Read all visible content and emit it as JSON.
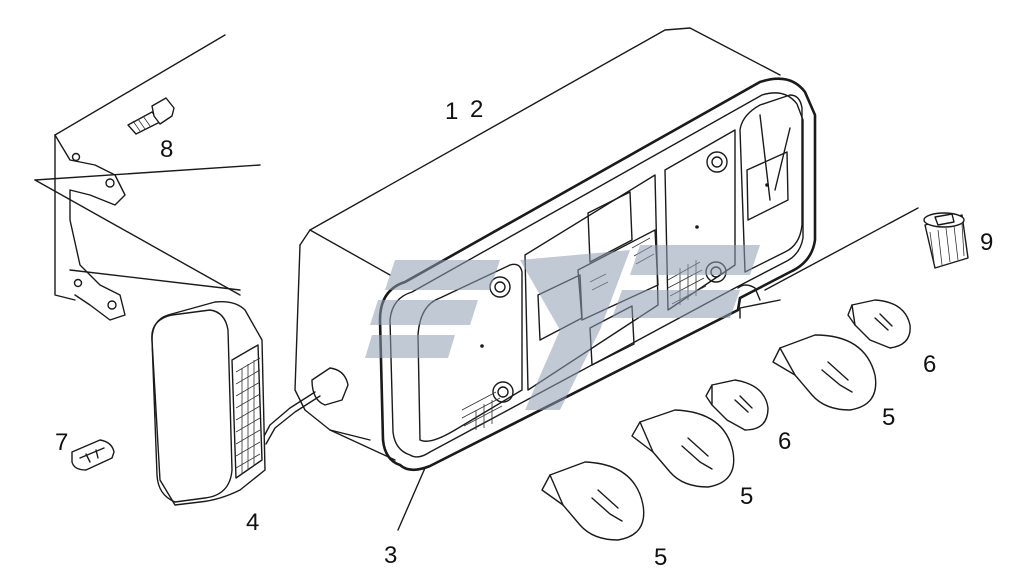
{
  "callouts": {
    "c1": "1",
    "c2": "2",
    "c3": "3",
    "c4": "4",
    "c5a": "5",
    "c5b": "5",
    "c5c": "5",
    "c6a": "6",
    "c6b": "6",
    "c7": "7",
    "c8": "8",
    "c9": "9"
  },
  "icons": {
    "watermark": "watermark-logo-icon"
  },
  "colors": {
    "line": "#1a1a1a",
    "background": "#ffffff",
    "watermark": "#8e9cb0"
  }
}
